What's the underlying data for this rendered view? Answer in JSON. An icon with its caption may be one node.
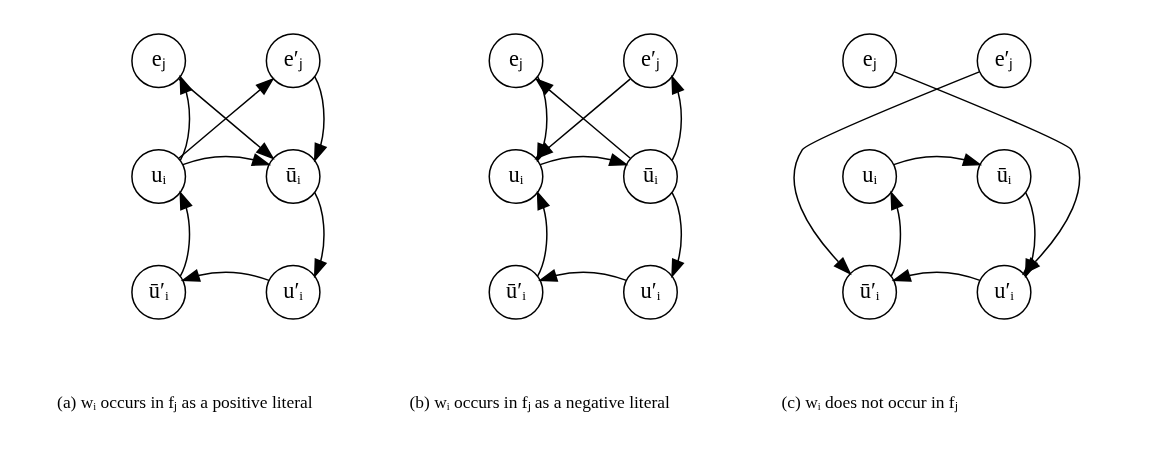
{
  "diagram": {
    "nodes": [
      {
        "text": [
          "eⱼ"
        ]
      },
      {
        "text": [
          "e′ⱼ"
        ]
      },
      {
        "text": [
          "uᵢ"
        ]
      },
      {
        "text": [
          "ūᵢ"
        ]
      },
      {
        "text": [
          "ū′ᵢ"
        ]
      },
      {
        "text": [
          "u′ᵢ"
        ]
      },
      {
        "text": [
          "eⱼ"
        ]
      },
      {
        "text": [
          "e′ⱼ"
        ]
      },
      {
        "text": [
          "uᵢ"
        ]
      },
      {
        "text": [
          "ūᵢ"
        ]
      },
      {
        "text": [
          "ū′ᵢ"
        ]
      },
      {
        "text": [
          "u′ᵢ"
        ]
      },
      {
        "text": [
          "eⱼ"
        ]
      },
      {
        "text": [
          "e′ⱼ"
        ]
      },
      {
        "text": [
          "uᵢ"
        ]
      },
      {
        "text": [
          "ūᵢ"
        ]
      },
      {
        "text": [
          "ū′ᵢ"
        ]
      },
      {
        "text": [
          "u′ᵢ"
        ]
      }
    ],
    "edges": [
      {
        "from": 2,
        "to": 0,
        "arrow": "to"
      },
      {
        "from": 2,
        "to": 1,
        "arrow": "to"
      },
      {
        "from": 0,
        "to": 3,
        "arrow": "to"
      },
      {
        "from": 1,
        "to": 3,
        "arrow": "to"
      },
      {
        "from": 2,
        "to": 3,
        "arrow": "to"
      },
      {
        "from": 3,
        "to": 5,
        "arrow": "to"
      },
      {
        "from": 5,
        "to": 4,
        "arrow": "to"
      },
      {
        "from": 4,
        "to": 2,
        "arrow": "to"
      },
      {
        "from": 6,
        "to": 8,
        "arrow": "to"
      },
      {
        "from": 7,
        "to": 8,
        "arrow": "to"
      },
      {
        "from": 9,
        "to": 6,
        "arrow": "to"
      },
      {
        "from": 9,
        "to": 7,
        "arrow": "to"
      },
      {
        "from": 8,
        "to": 9,
        "arrow": "to"
      },
      {
        "from": 9,
        "to": 11,
        "arrow": "to"
      },
      {
        "from": 11,
        "to": 10,
        "arrow": "to"
      },
      {
        "from": 10,
        "to": 8,
        "arrow": "to"
      },
      {
        "from": 12,
        "to": 17,
        "arrow": "to"
      },
      {
        "from": 13,
        "to": 16,
        "arrow": "to"
      },
      {
        "from": 14,
        "to": 15,
        "arrow": "to"
      },
      {
        "from": 15,
        "to": 17,
        "arrow": "to"
      },
      {
        "from": 17,
        "to": 16,
        "arrow": "to"
      },
      {
        "from": 16,
        "to": 14,
        "arrow": "to"
      }
    ],
    "labels": [
      "(a) wᵢ occurs in fⱼ as a positive literal",
      "(b) wᵢ occurs in fⱼ as a negative literal",
      "(c) wᵢ does not occur in fⱼ"
    ]
  }
}
